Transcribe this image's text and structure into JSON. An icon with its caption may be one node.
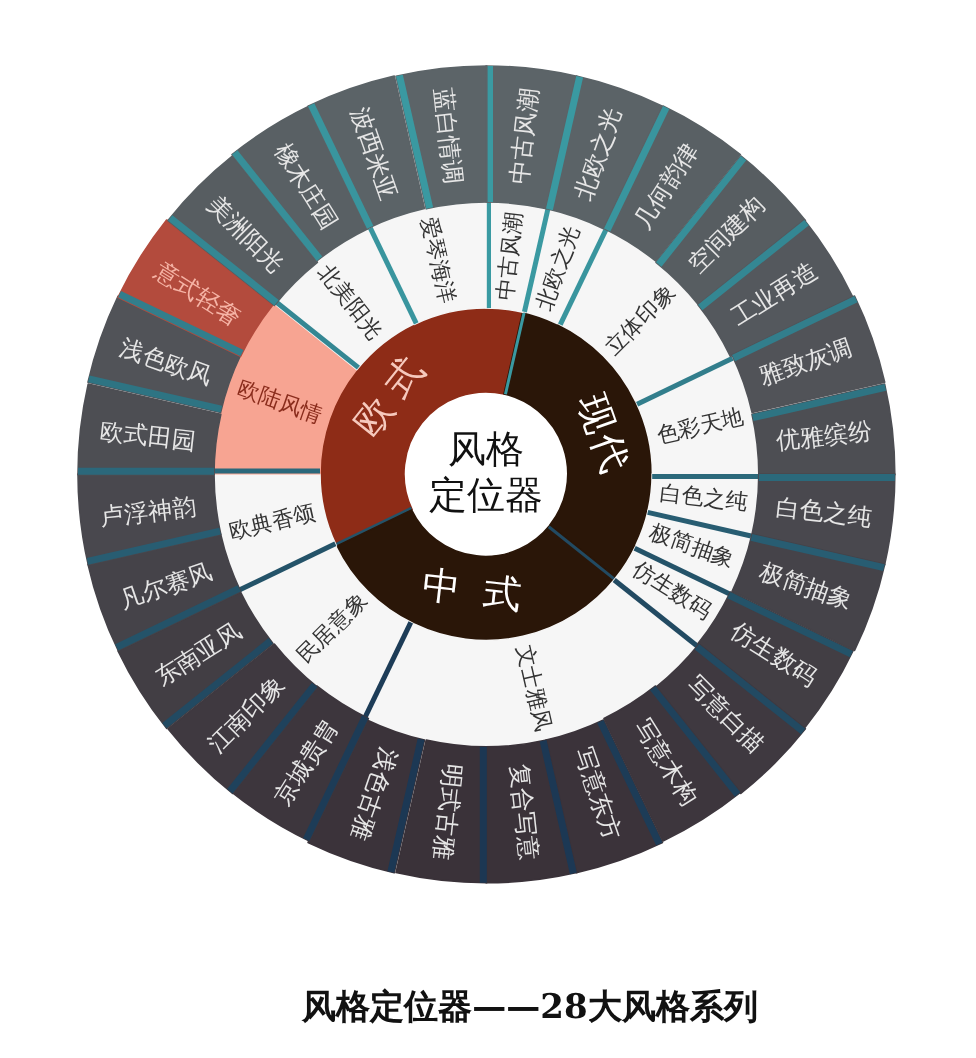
{
  "diagram": {
    "caption": "风格定位器——**28**大风格系列",
    "nodes": [
      {
        "text": [
          "风格定位器"
        ]
      },
      {
        "text": [
          "欧式"
        ]
      },
      {
        "text": [
          "现代"
        ]
      },
      {
        "text": [
          "中式"
        ]
      },
      {
        "text": [
          "中古风潮"
        ]
      },
      {
        "text": [
          "北欧之光"
        ]
      },
      {
        "text": [
          "立体印象"
        ]
      },
      {
        "text": [
          "色彩天地"
        ]
      },
      {
        "text": [
          "白色之纯"
        ]
      },
      {
        "text": [
          "极简抽象"
        ]
      },
      {
        "text": [
          "仿生数码"
        ]
      },
      {
        "text": [
          "文士雅风"
        ]
      },
      {
        "text": [
          "民居意象"
        ]
      },
      {
        "text": [
          "欧典香颂"
        ]
      },
      {
        "text": [
          "欧陆风情"
        ]
      },
      {
        "text": [
          "北美阳光"
        ]
      },
      {
        "text": [
          "爱琴海洋"
        ]
      },
      {
        "text": [
          "中古风潮"
        ]
      },
      {
        "text": [
          "北欧之光"
        ]
      },
      {
        "text": [
          "几何韵律"
        ]
      },
      {
        "text": [
          "空间建构"
        ]
      },
      {
        "text": [
          "工业再造"
        ]
      },
      {
        "text": [
          "雅致灰调"
        ]
      },
      {
        "text": [
          "优雅缤纷"
        ]
      },
      {
        "text": [
          "白色之纯"
        ]
      },
      {
        "text": [
          "极简抽象"
        ]
      },
      {
        "text": [
          "仿生数码"
        ]
      },
      {
        "text": [
          "写意白描"
        ]
      },
      {
        "text": [
          "写意木构"
        ]
      },
      {
        "text": [
          "写意东方"
        ]
      },
      {
        "text": [
          "复合写意"
        ]
      },
      {
        "text": [
          "明式古雅"
        ]
      },
      {
        "text": [
          "浅色古雅"
        ]
      },
      {
        "text": [
          "京城贵胄"
        ]
      },
      {
        "text": [
          "江南印象"
        ]
      },
      {
        "text": [
          "东南亚风"
        ]
      },
      {
        "text": [
          "凡尔赛风"
        ]
      },
      {
        "text": [
          "卢浮神韵"
        ]
      },
      {
        "text": [
          "欧式田园"
        ]
      },
      {
        "text": [
          "浅色欧风"
        ]
      },
      {
        "text": [
          "意式轻奢"
        ]
      },
      {
        "text": [
          "美洲阳光"
        ]
      },
      {
        "text": [
          "橡木庄园"
        ]
      },
      {
        "text": [
          "波西米亚"
        ]
      },
      {
        "text": [
          "蓝白情调"
        ]
      }
    ]
  }
}
